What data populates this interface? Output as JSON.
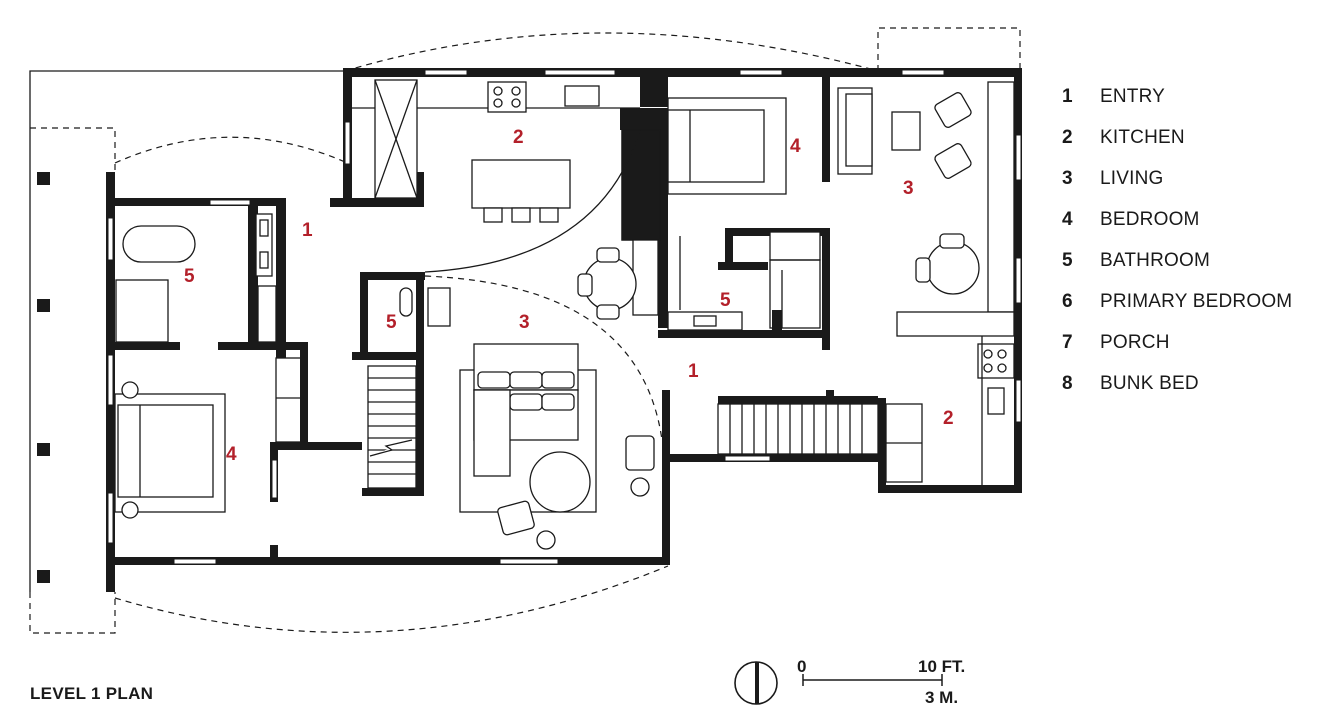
{
  "plan_title": "LEVEL 1 PLAN",
  "legend": [
    {
      "num": "1",
      "label": "ENTRY"
    },
    {
      "num": "2",
      "label": "KITCHEN"
    },
    {
      "num": "3",
      "label": "LIVING"
    },
    {
      "num": "4",
      "label": "BEDROOM"
    },
    {
      "num": "5",
      "label": "BATHROOM"
    },
    {
      "num": "6",
      "label": "PRIMARY BEDROOM"
    },
    {
      "num": "7",
      "label": "PORCH"
    },
    {
      "num": "8",
      "label": "BUNK BED"
    }
  ],
  "room_labels": [
    "1",
    "2",
    "5",
    "3",
    "5",
    "4",
    "1",
    "2",
    "3",
    "4",
    "5"
  ],
  "scale": {
    "zero": "0",
    "ft_label": "10 FT.",
    "m_label": "3 M."
  },
  "colors": {
    "room_number": "#b3202a",
    "walls": "#1a1a1a"
  }
}
